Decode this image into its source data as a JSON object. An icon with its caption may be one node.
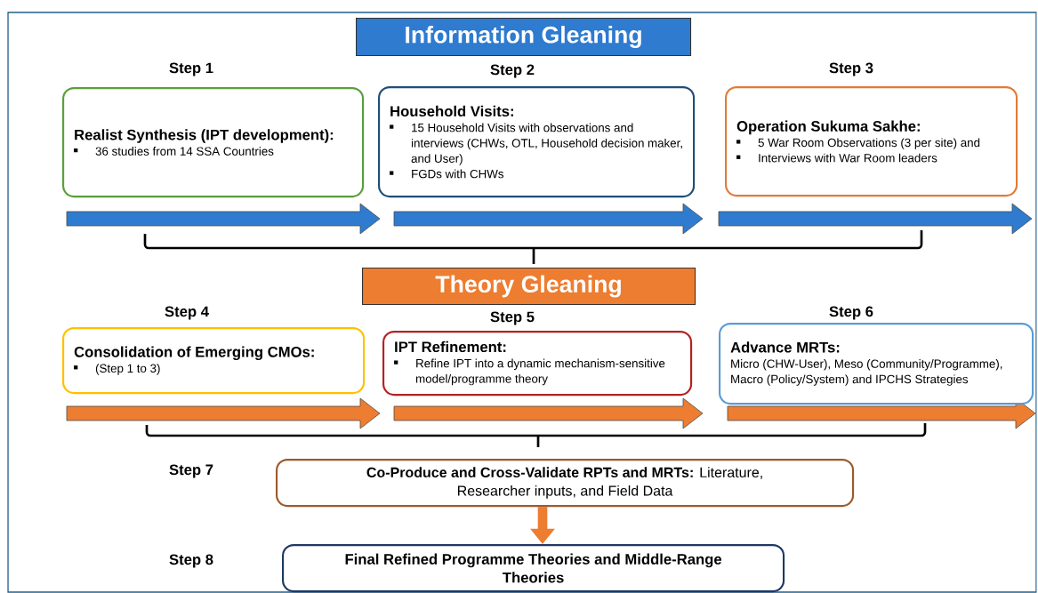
{
  "diagram": {
    "nodes": [
      {
        "text": [
          "Information Gleaning"
        ]
      },
      {
        "text": [
          "Realist Synthesis (IPT development):",
          "36 studies from 14 SSA Countries"
        ],
        "beside": [
          "Step 1"
        ]
      },
      {
        "text": [
          "Household Visits:",
          "15 Household  Visits with observations and interviews (CHWs, OTL, Household decision maker, and User)",
          "FGDs with CHWs"
        ],
        "beside": [
          "Step 2"
        ]
      },
      {
        "text": [
          "Operation Sukuma Sakhe:",
          "5 War Room Observations (3 per site) and",
          "Interviews with War Room leaders"
        ],
        "beside": [
          "Step 3"
        ]
      },
      {
        "text": [
          "Theory Gleaning"
        ]
      },
      {
        "text": [
          "Consolidation of Emerging CMOs:",
          "(Step 1 to 3)"
        ],
        "beside": [
          "Step 4"
        ]
      },
      {
        "text": [
          "IPT Refinement:",
          "Refine IPT into a dynamic mechanism-sensitive model/programme theory"
        ],
        "beside": [
          "Step 5"
        ]
      },
      {
        "text": [
          "Advance MRTs:",
          "Micro (CHW-User), Meso (Community/Programme), Macro (Policy/System) and IPCHS Strategies"
        ],
        "beside": [
          "Step 6"
        ]
      },
      {
        "text": [
          "**Co-Produce and Cross-Validate RPTs and MRTs:** Literature, Researcher inputs, and Field Data"
        ]
      },
      {
        "text": [
          "Final Refined Programme Theories and Middle-Range Theories"
        ]
      }
    ],
    "labels": [
      "Step 7",
      "Step 8"
    ],
    "edges": [
      {
        "from": 8,
        "to": 9,
        "arrow": "to"
      }
    ]
  }
}
